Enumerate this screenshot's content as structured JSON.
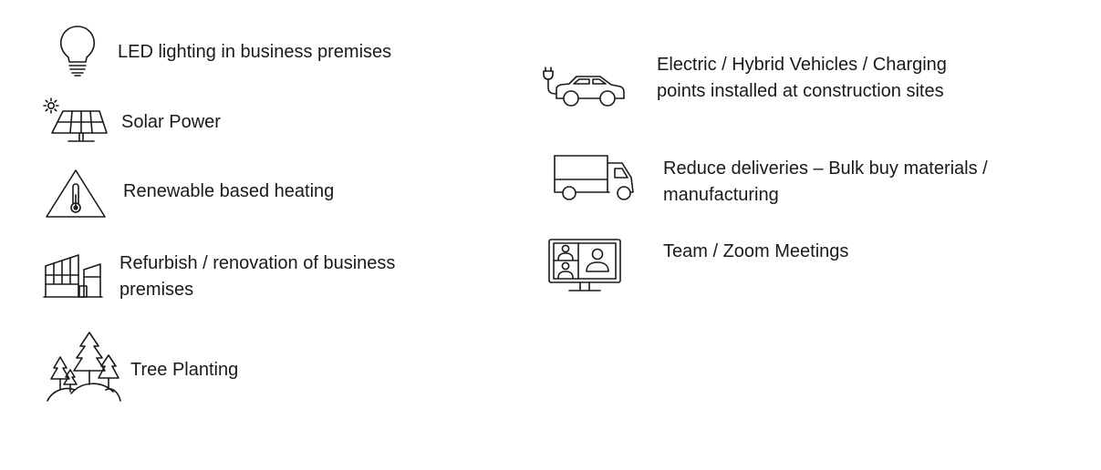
{
  "left_column": [
    {
      "icon": "lightbulb-icon",
      "lines": [
        "LED lighting in business premises"
      ]
    },
    {
      "icon": "solar-panel-icon",
      "lines": [
        "Solar Power"
      ]
    },
    {
      "icon": "thermometer-warning-icon",
      "lines": [
        "Renewable based heating"
      ]
    },
    {
      "icon": "building-icon",
      "lines": [
        "Refurbish / renovation of business",
        "premises"
      ]
    },
    {
      "icon": "trees-icon",
      "lines": [
        "Tree Planting"
      ]
    }
  ],
  "right_column": [
    {
      "icon": "electric-car-icon",
      "lines": [
        "Electric / Hybrid Vehicles / Charging",
        "points installed at construction sites"
      ]
    },
    {
      "icon": "delivery-truck-icon",
      "lines": [
        "Reduce deliveries – Bulk buy materials /",
        "manufacturing"
      ]
    },
    {
      "icon": "video-meeting-icon",
      "lines": [
        "Team / Zoom Meetings"
      ]
    }
  ]
}
